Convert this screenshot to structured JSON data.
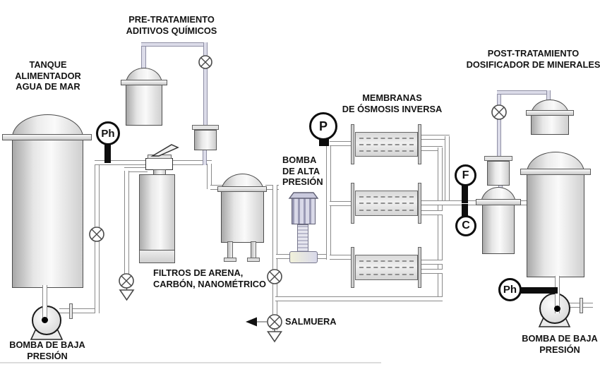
{
  "diagram": {
    "labels": {
      "tank_feed": {
        "lines": [
          "TANQUE",
          "ALIMENTADOR",
          "AGUA DE MAR"
        ]
      },
      "pre_treatment": {
        "lines": [
          "PRE-TRATAMIENTO",
          "ADITIVOS QUÍMICOS"
        ]
      },
      "membranes": {
        "lines": [
          "MEMBRANAS",
          "DE ÓSMOSIS INVERSA"
        ]
      },
      "hp_pump": {
        "lines": [
          "BOMBA",
          "DE ALTA",
          "PRESIÓN"
        ]
      },
      "post_treatment": {
        "lines": [
          "POST-TRATAMIENTO",
          "DOSIFICADOR DE MINERALES"
        ]
      },
      "filters": {
        "lines": [
          "FILTROS DE ARENA,",
          "CARBÓN, NANOMÉTRICO"
        ]
      },
      "lp_pump_left": {
        "lines": [
          "BOMBA DE BAJA",
          "PRESIÓN"
        ]
      },
      "lp_pump_right": {
        "lines": [
          "BOMBA DE BAJA",
          "PRESIÓN"
        ]
      },
      "brine": "SALMUERA"
    },
    "sensors": {
      "ph_feed": {
        "label": "Ph"
      },
      "pressure": {
        "label": "P"
      },
      "flow": {
        "label": "F"
      },
      "conductivity": {
        "label": "C"
      },
      "ph_product": {
        "label": "Ph"
      }
    },
    "colors": {
      "background": "#ffffff",
      "pipe_outline": "#8a8a8a",
      "chemical_pipe_fill": "#dcdce9",
      "equipment_outline": "#4c4c4c",
      "sensor_outline": "#0d0d0d",
      "hp_pump_accent": "#c6c6dd",
      "label_color": "#141414"
    }
  }
}
